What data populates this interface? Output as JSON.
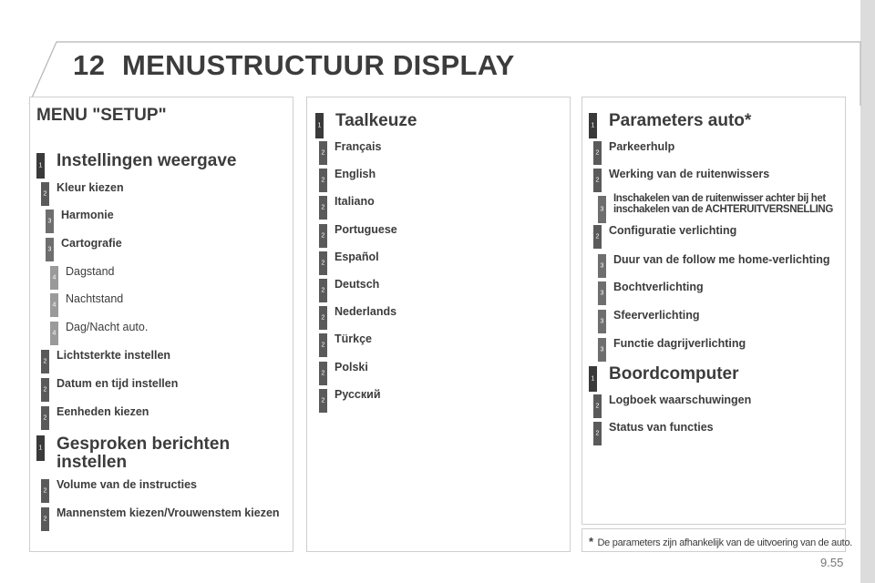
{
  "header": {
    "chapter_number": "12",
    "title": "MENUSTRUCTUUR DISPLAY"
  },
  "panel_setup": {
    "title": "MENU \"SETUP\"",
    "items": [
      {
        "level": "1",
        "label": "Instellingen weergave"
      },
      {
        "level": "2",
        "label": "Kleur kiezen"
      },
      {
        "level": "3",
        "label": "Harmonie"
      },
      {
        "level": "3",
        "label": "Cartografie"
      },
      {
        "level": "4",
        "label": "Dagstand"
      },
      {
        "level": "4",
        "label": "Nachtstand"
      },
      {
        "level": "4",
        "label": "Dag/Nacht auto."
      },
      {
        "level": "2",
        "label": "Lichtsterkte instellen"
      },
      {
        "level": "2",
        "label": "Datum en tijd instellen"
      },
      {
        "level": "2",
        "label": "Eenheden kiezen"
      },
      {
        "level": "1",
        "label": "Gesproken berichten instellen"
      },
      {
        "level": "2",
        "label": "Volume van de instructies"
      },
      {
        "level": "2",
        "label": "Mannenstem kiezen/Vrouwenstem kiezen"
      }
    ]
  },
  "panel_language": {
    "items": [
      {
        "level": "1",
        "label": "Taalkeuze"
      },
      {
        "level": "2",
        "label": "Français"
      },
      {
        "level": "2",
        "label": "English"
      },
      {
        "level": "2",
        "label": "Italiano"
      },
      {
        "level": "2",
        "label": "Portuguese"
      },
      {
        "level": "2",
        "label": "Español"
      },
      {
        "level": "2",
        "label": "Deutsch"
      },
      {
        "level": "2",
        "label": "Nederlands"
      },
      {
        "level": "2",
        "label": "Türkçe"
      },
      {
        "level": "2",
        "label": "Polski"
      },
      {
        "level": "2",
        "label": "Русский"
      }
    ]
  },
  "panel_vehicle": {
    "items": [
      {
        "level": "1",
        "label": "Parameters auto*"
      },
      {
        "level": "2",
        "label": "Parkeerhulp"
      },
      {
        "level": "2",
        "label": "Werking van de ruitenwissers"
      },
      {
        "level": "3",
        "label": "Inschakelen van de ruitenwisser achter bij het inschakelen van de ACHTERUITVERSNELLING"
      },
      {
        "level": "2",
        "label": "Configuratie verlichting"
      },
      {
        "level": "3",
        "label": "Duur van de follow me home-verlichting"
      },
      {
        "level": "3",
        "label": "Bochtverlichting"
      },
      {
        "level": "3",
        "label": "Sfeerverlichting"
      },
      {
        "level": "3",
        "label": "Functie dagrijverlichting"
      },
      {
        "level": "1",
        "label": "Boordcomputer"
      },
      {
        "level": "2",
        "label": "Logboek waarschuwingen"
      },
      {
        "level": "2",
        "label": "Status van functies"
      }
    ]
  },
  "footnote": {
    "marker": "*",
    "text": "De parameters zijn afhankelijk van de uitvoering van de auto."
  },
  "page_number": "9.55"
}
